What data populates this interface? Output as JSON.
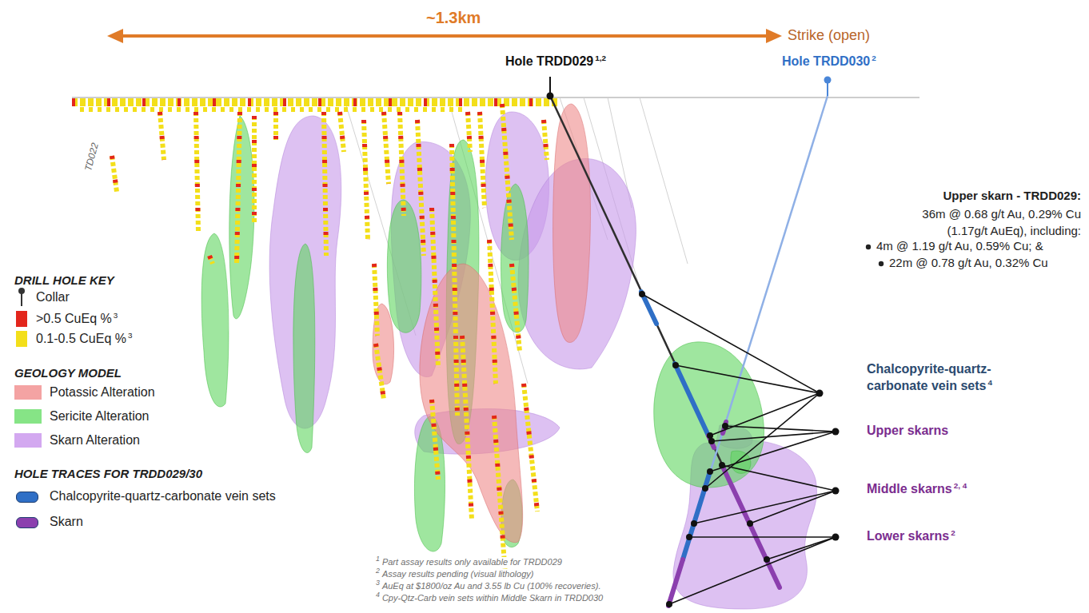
{
  "diagram": {
    "labels": [
      "~1.3km",
      "Strike (open)",
      "Hole TRDD029",
      "1,2",
      "Hole TRDD030",
      "2",
      "TD022",
      "Upper skarn - TRDD029:",
      "36m @ 0.68 g/t Au, 0.29% Cu (1.17g/t AuEq), including:",
      "4m @ 1.19 g/t Au, 0.59% Cu; &",
      "22m @ 0.78 g/t Au, 0.32% Cu",
      "DRILL HOLE KEY",
      "3",
      "3",
      "GEOLOGY MODEL",
      "HOLE TRACES FOR TRDD029/30",
      "Chalcopyrite-quartz-carbonate vein sets",
      "4",
      "Upper skarns",
      "Middle skarns",
      "2, 4",
      "Lower skarns",
      "2",
      "1",
      "Part assay results only available for TRDD029",
      "2",
      "Assay results pending (visual lithology)",
      "3",
      "AuEq at $1800/oz Au and 3.55 lb Cu (100% recoveries).",
      "4",
      "Cpy-Qtz-Carb vein sets within Middle Skarn in TRDD030"
    ],
    "legend": [
      {
        "text": "Collar"
      },
      {
        "text": ">0.5 CuEq %",
        "color": "#e3261c"
      },
      {
        "text": "0.1-0.5 CuEq %",
        "color": "#f3df1a"
      },
      {
        "text": "Potassic Alteration",
        "color": "#f4a3a3"
      },
      {
        "text": "Sericite Alteration",
        "color": "#86e486"
      },
      {
        "text": "Skarn Alteration",
        "color": "#d3a8f0"
      },
      {
        "text": "Chalcopyrite-quartz-carbonate vein sets",
        "color": "#2f6fc6"
      },
      {
        "text": "Skarn",
        "color": "#8b3fae"
      }
    ]
  }
}
